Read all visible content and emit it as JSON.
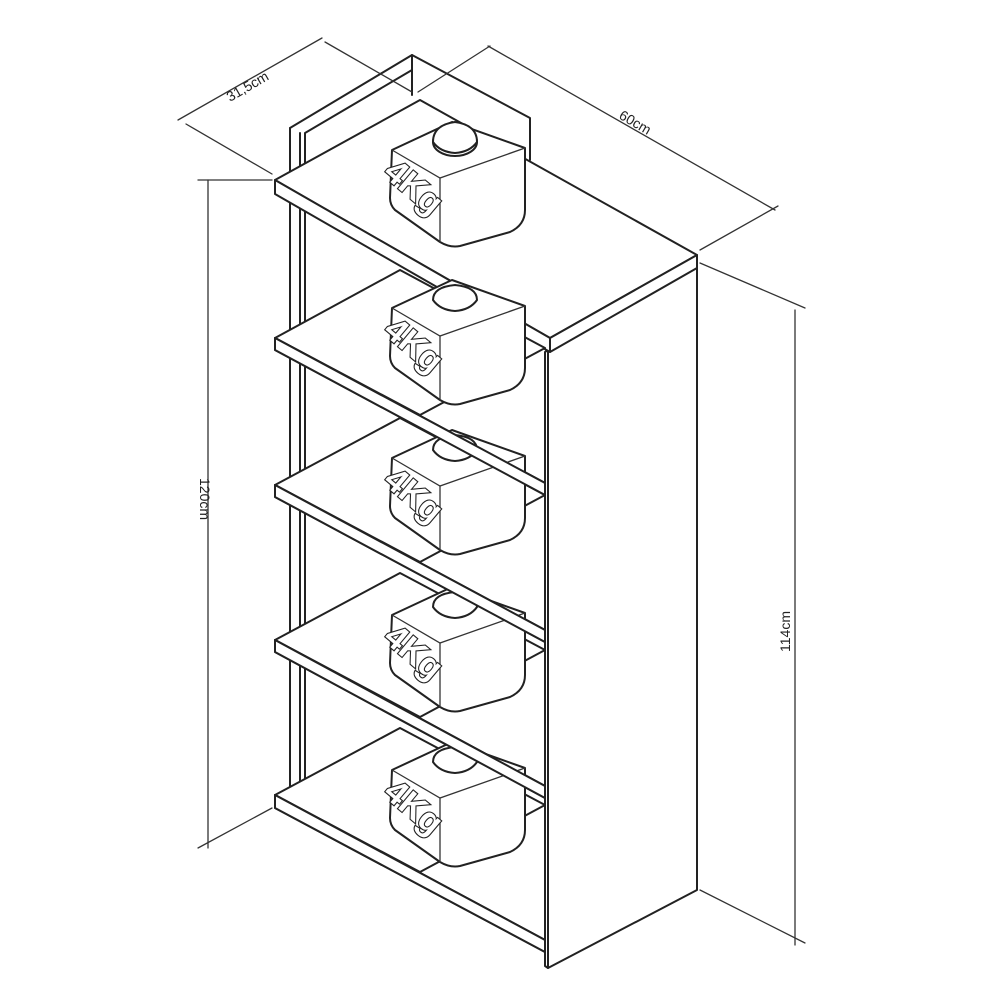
{
  "dimensions": {
    "depth": "31,5cm",
    "width": "60cm",
    "total_height": "120cm",
    "body_height": "114cm"
  },
  "shelves": [
    {
      "load": "4Kg"
    },
    {
      "load": "4Kg"
    },
    {
      "load": "4Kg"
    },
    {
      "load": "4Kg"
    },
    {
      "load": "4Kg"
    }
  ],
  "colors": {
    "line": "#222222",
    "background": "#ffffff"
  }
}
